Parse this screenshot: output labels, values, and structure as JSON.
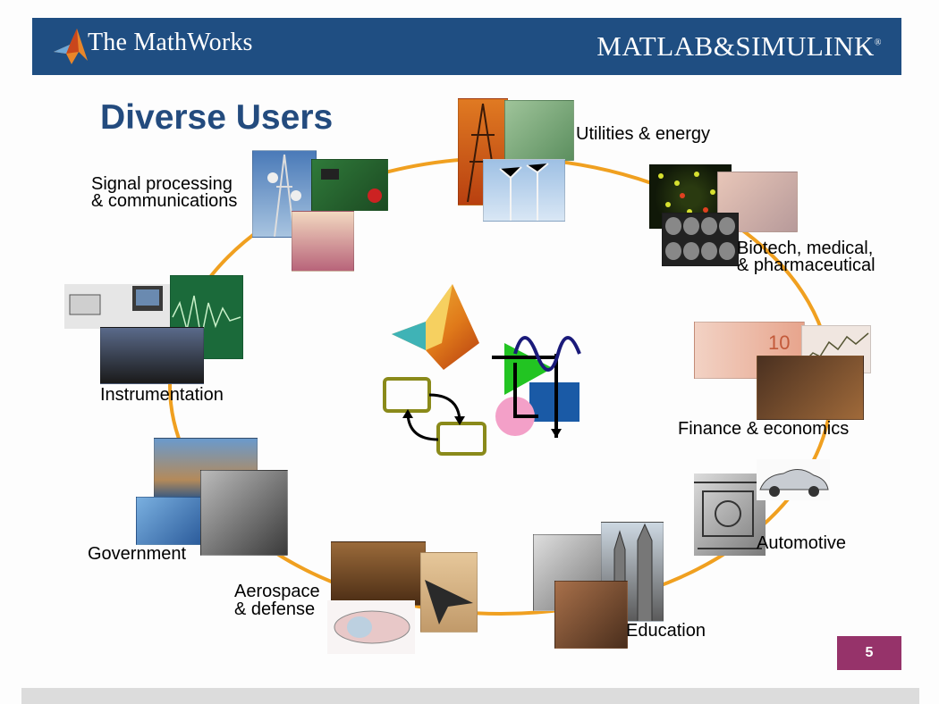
{
  "header": {
    "company": "The MathWorks",
    "product": "MATLAB&SIMULINK",
    "registered": "®",
    "colors": {
      "bar": "#1f4e82",
      "text": "#ffffff"
    }
  },
  "slide": {
    "title": "Diverse Users",
    "page_number": "5"
  },
  "sectors": {
    "utilities": "Utilities & energy",
    "biotech_1": "Biotech, medical,",
    "biotech_2": "& pharmaceutical",
    "finance": "Finance & economics",
    "automotive": "Automotive",
    "education": "Education",
    "aerospace_1": "Aerospace",
    "aerospace_2": "& defense",
    "government": "Government",
    "instrumentation": "Instrumentation",
    "signal_1": "Signal processing",
    "signal_2": "& communications"
  },
  "colors": {
    "ring": "#f0a020",
    "title": "#234b7e",
    "page_badge": "#96336a"
  }
}
